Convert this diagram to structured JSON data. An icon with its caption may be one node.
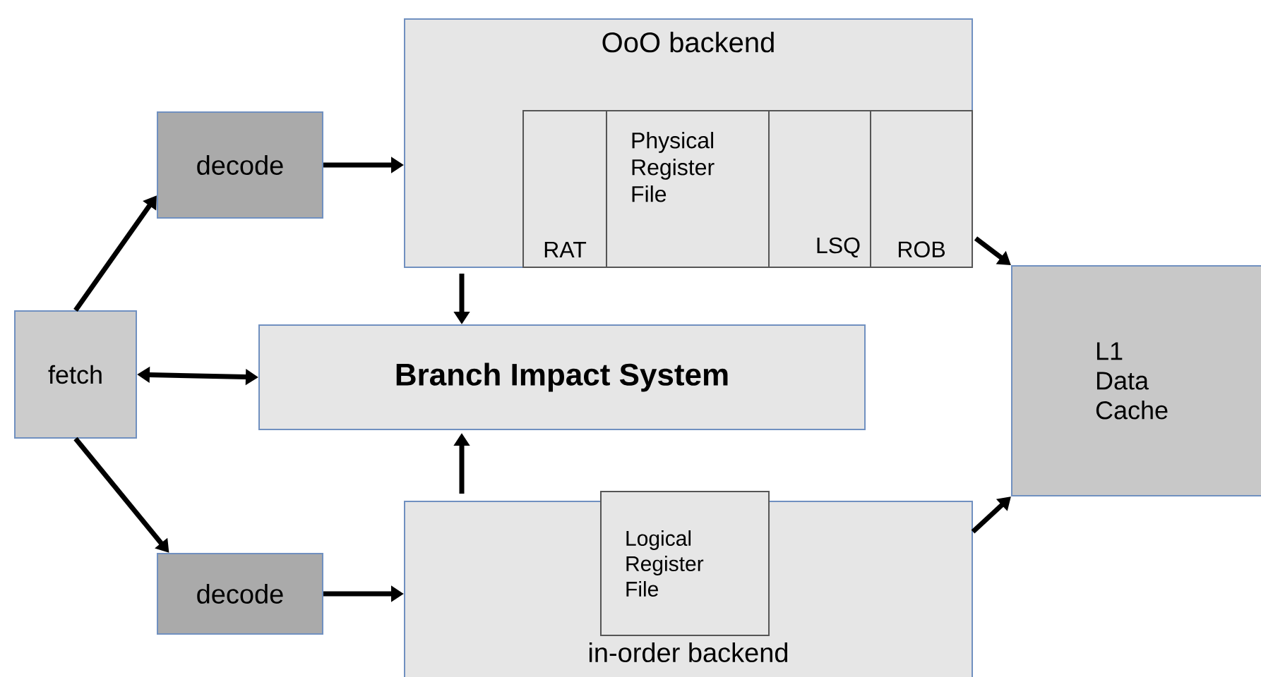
{
  "diagram": {
    "nodes": [
      {
        "text": [
          "OoO backend"
        ]
      },
      {
        "text": [
          "RAT"
        ],
        "in": 0
      },
      {
        "text": [
          "Physical Register File"
        ],
        "in": 0
      },
      {
        "text": [
          "LSQ"
        ],
        "in": 0
      },
      {
        "text": [
          "ROB"
        ],
        "in": 0
      },
      {
        "text": [
          "decode"
        ]
      },
      {
        "text": [
          "fetch"
        ]
      },
      {
        "text": [
          "Branch Impact System"
        ]
      },
      {
        "text": [
          "L1 Data Cache"
        ]
      },
      {
        "text": [
          "decode"
        ]
      },
      {
        "text": [
          "in-order backend"
        ]
      },
      {
        "text": [
          "Logical Register File"
        ],
        "in": 10
      }
    ],
    "edges": [
      {
        "from": 6,
        "to": 5,
        "arrow": "to"
      },
      {
        "from": 6,
        "to": 9,
        "arrow": "to"
      },
      {
        "from": 5,
        "to": 0,
        "arrow": "to"
      },
      {
        "from": 9,
        "to": 10,
        "arrow": "to"
      },
      {
        "from": 6,
        "to": 7,
        "arrow": "both"
      },
      {
        "from": 0,
        "to": 7,
        "arrow": "to"
      },
      {
        "from": 10,
        "to": 7,
        "arrow": "to"
      },
      {
        "from": 0,
        "to": 8,
        "arrow": "to"
      },
      {
        "from": 10,
        "to": 8,
        "arrow": "to"
      }
    ]
  }
}
